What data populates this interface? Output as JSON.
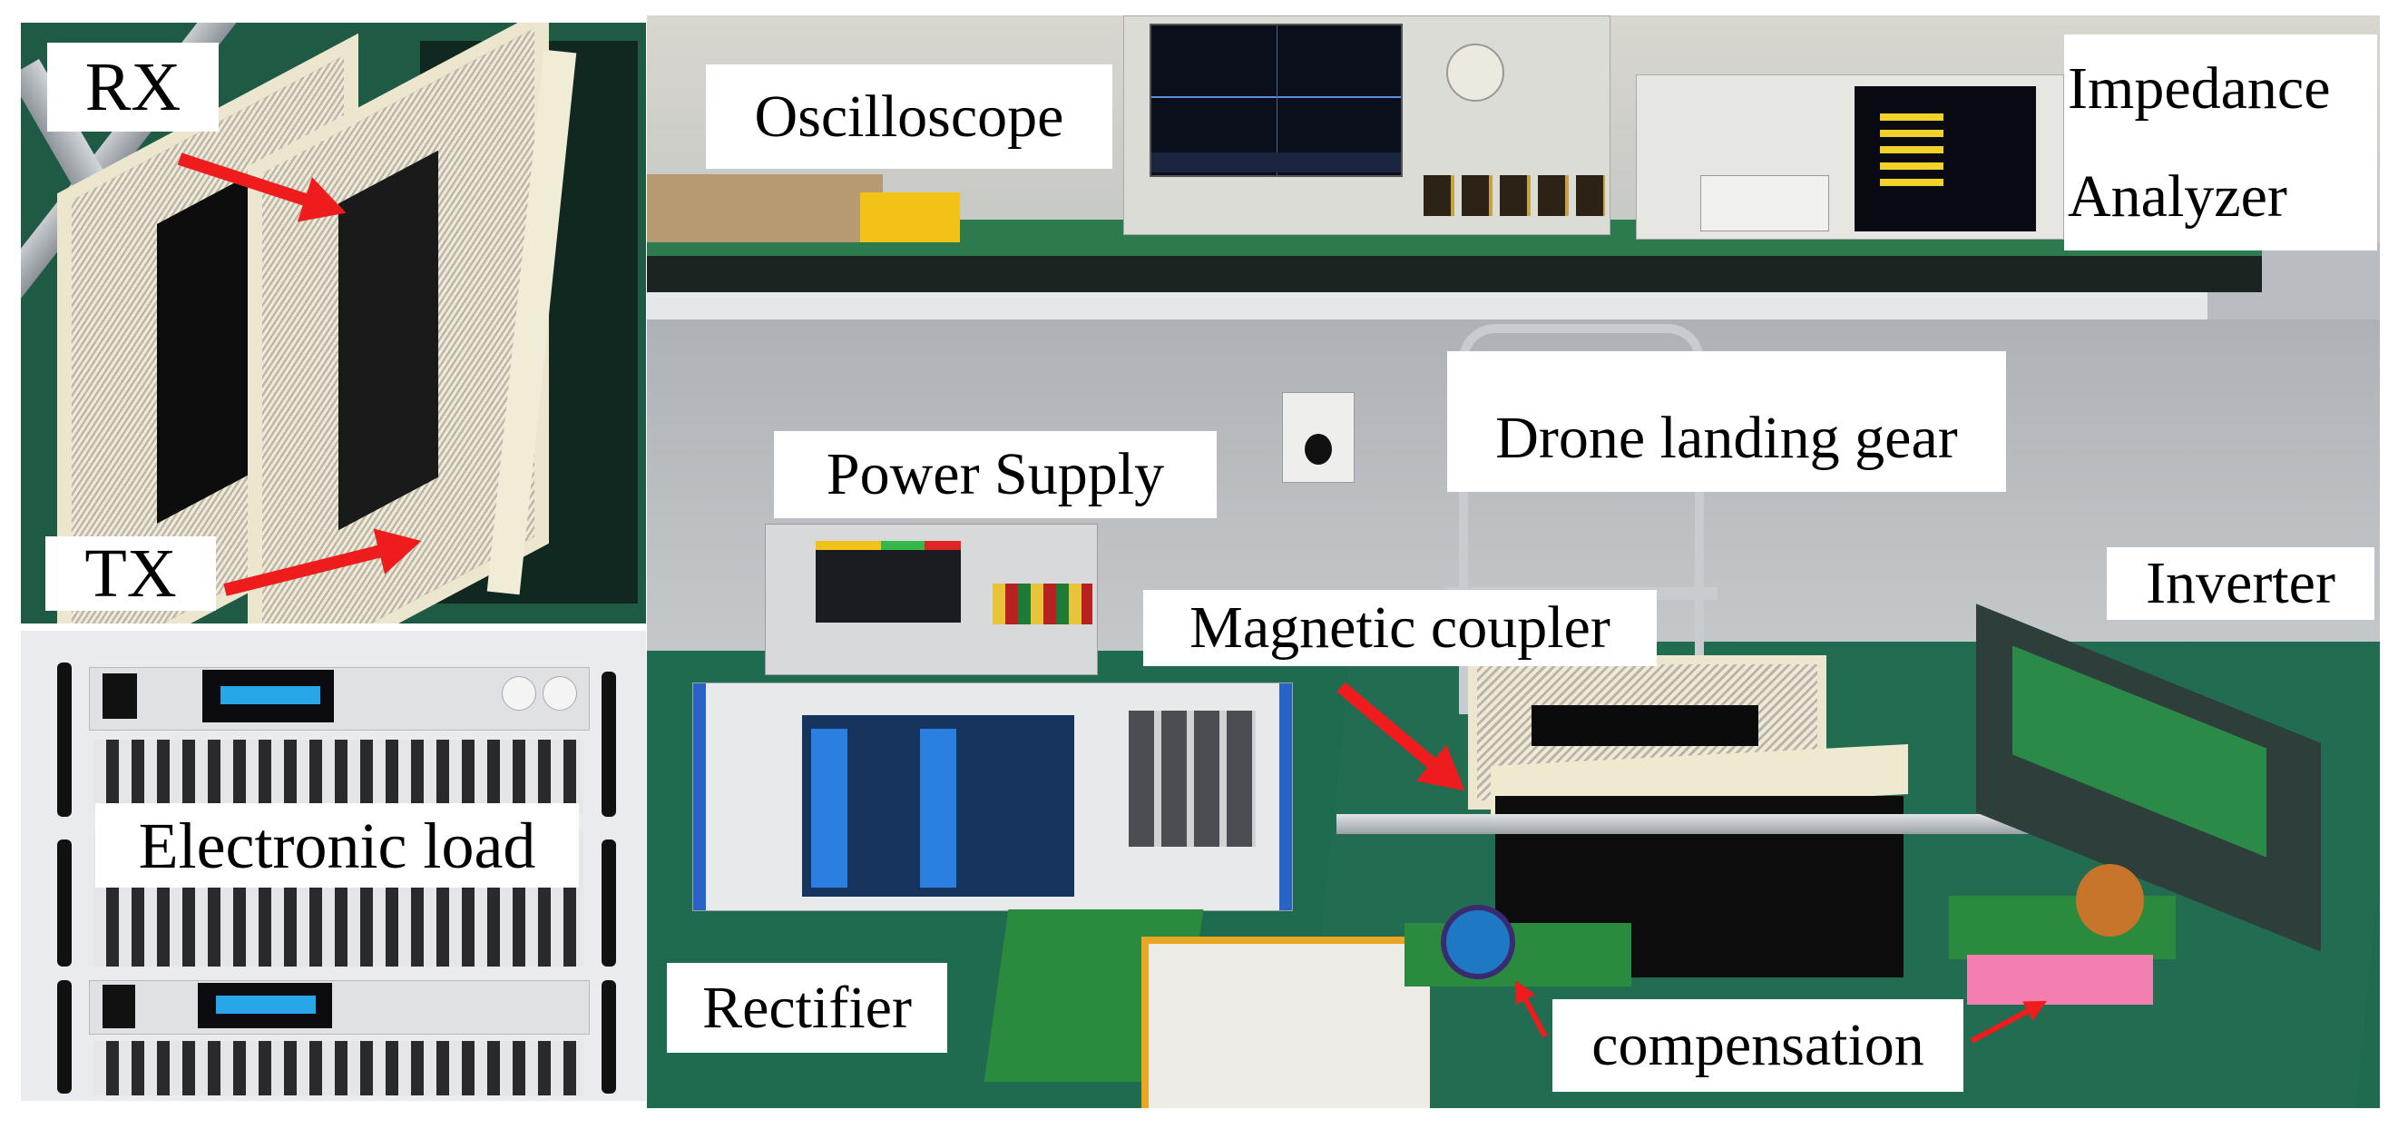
{
  "figure": {
    "description": "Experimental setup of a drone wireless power transfer system",
    "background_color": "#ffffff",
    "arrow_color": "#ee1c1c"
  },
  "panels": {
    "coupler_closeup": {
      "labels": {
        "rx": "RX",
        "tx": "TX"
      }
    },
    "electronic_load": {
      "label": "Electronic load",
      "unit_count": 3
    },
    "main_setup": {
      "labels": {
        "oscilloscope": "Oscilloscope",
        "impedance_analyzer_line1": "Impedance",
        "impedance_analyzer_line2": "Analyzer",
        "power_supply": "Power Supply",
        "drone_landing_gear": "Drone landing gear",
        "magnetic_coupler": "Magnetic coupler",
        "inverter": "Inverter",
        "rectifier": "Rectifier",
        "compensation": "compensation"
      }
    }
  },
  "colors": {
    "bench_green": "#1f6b4f",
    "wall_gray": "#b9bcc0",
    "shelf_dark": "#1e2a26",
    "coil_cream": "#efe9d6",
    "instrument_gray": "#e3e4e6",
    "screen_blue": "#1d4fb0",
    "pcb_green": "#2a8a3e",
    "pink_foam": "#f27fb0",
    "copper": "#c8752c"
  }
}
